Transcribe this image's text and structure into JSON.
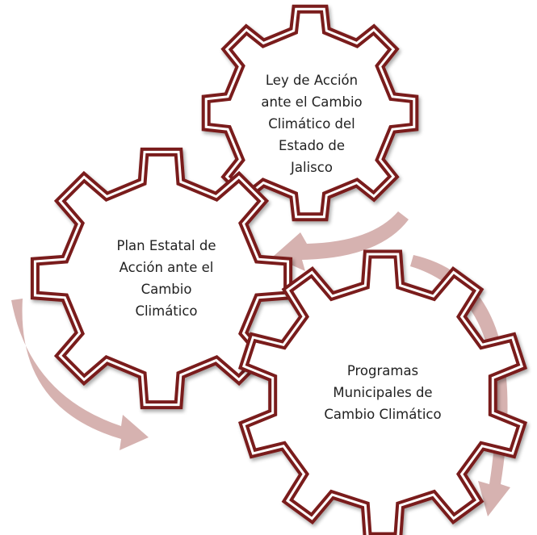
{
  "colors": {
    "gear_outline_dark": "#7a1f1c",
    "gear_outline_shadow": "#b9807d",
    "gear_fill": "#ffffff",
    "arrow_color": "#d2aaa7",
    "text_color": "#222222"
  },
  "gears": [
    {
      "id": "gear-ley",
      "lines": [
        "Ley de Acción",
        "ante el Cambio",
        "Climático del",
        "Estado de",
        "Jalisco"
      ]
    },
    {
      "id": "gear-plan",
      "lines": [
        "Plan Estatal de",
        "Acción ante el",
        "Cambio",
        "Climático"
      ]
    },
    {
      "id": "gear-programas",
      "lines": [
        "Programas",
        "Municipales de",
        "Cambio Climático"
      ]
    }
  ],
  "arrows": [
    {
      "id": "arrow-ley-to-plan",
      "direction": "toward-left"
    },
    {
      "id": "arrow-programas-cycle",
      "direction": "downward"
    },
    {
      "id": "arrow-plan-cycle",
      "direction": "downward-right"
    }
  ]
}
